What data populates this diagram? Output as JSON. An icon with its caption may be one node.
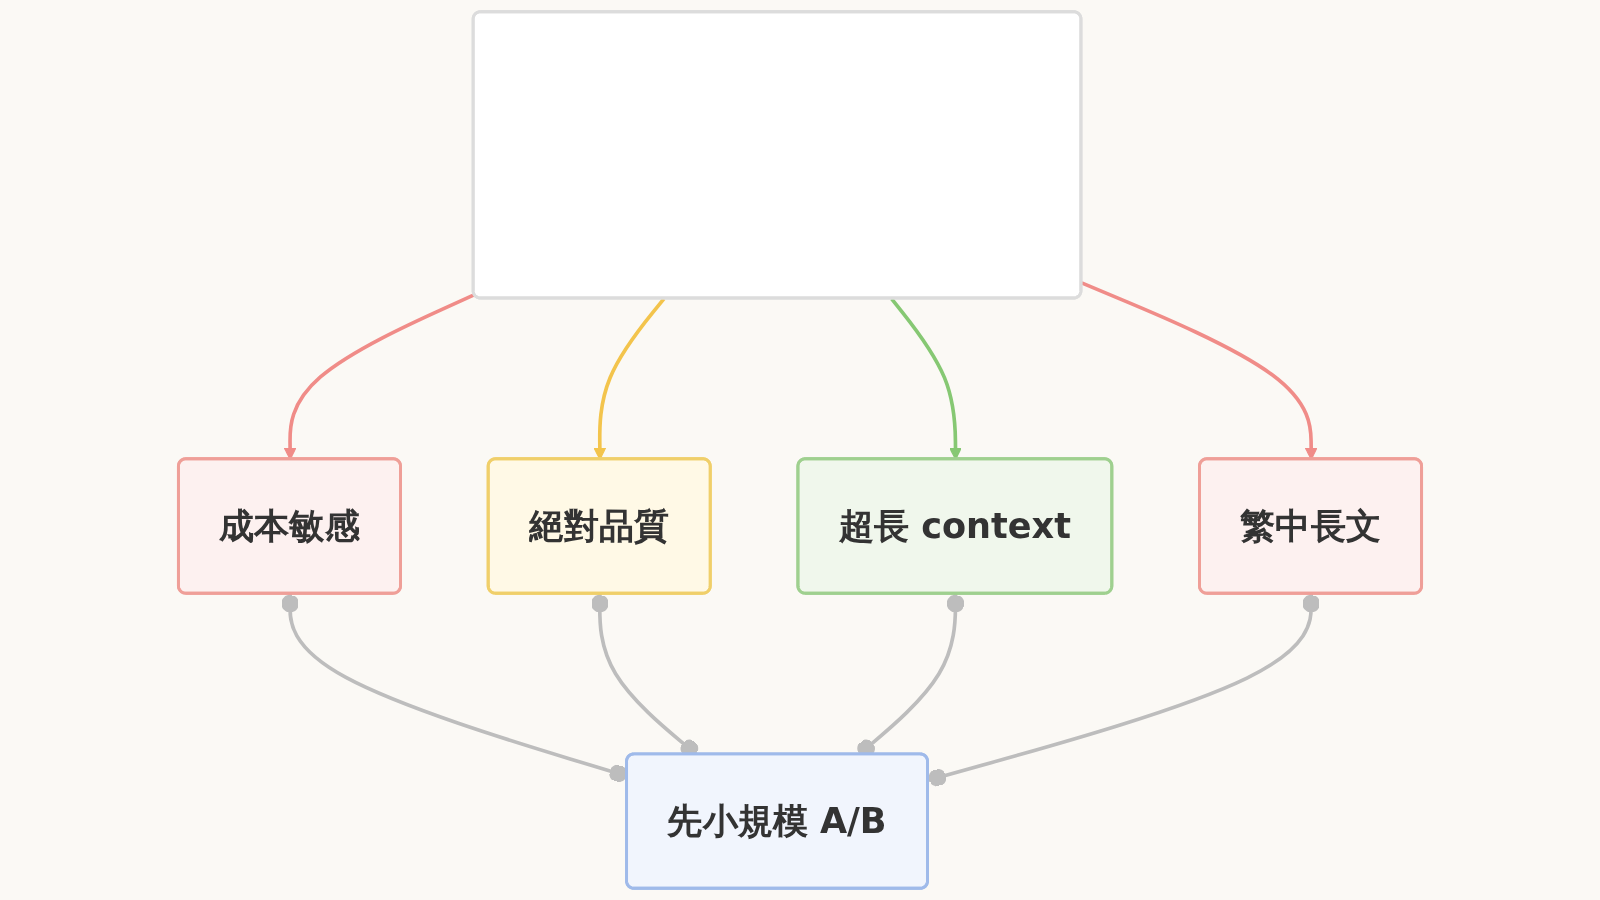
{
  "diagram": {
    "nodes": [
      {
        "text": [],
        "shape": "box"
      },
      {
        "text": [
          "成本敏感"
        ]
      },
      {
        "text": [
          "絕對品質"
        ]
      },
      {
        "text": [
          "超長 context"
        ]
      },
      {
        "text": [
          "繁中長文"
        ]
      },
      {
        "text": [
          "先小規模 A/B"
        ]
      }
    ],
    "edges": [
      {
        "from": 0,
        "to": 1,
        "arrow": "to",
        "color": "#f08c88"
      },
      {
        "from": 0,
        "to": 2,
        "arrow": "to",
        "color": "#f3c44c"
      },
      {
        "from": 0,
        "to": 3,
        "arrow": "to",
        "color": "#86c873"
      },
      {
        "from": 0,
        "to": 4,
        "arrow": "to",
        "color": "#f08c88"
      },
      {
        "from": 1,
        "to": 5,
        "arrow": "other"
      },
      {
        "from": 2,
        "to": 5,
        "arrow": "other"
      },
      {
        "from": 3,
        "to": 5,
        "arrow": "other"
      },
      {
        "from": 4,
        "to": 5,
        "arrow": "other"
      }
    ]
  }
}
